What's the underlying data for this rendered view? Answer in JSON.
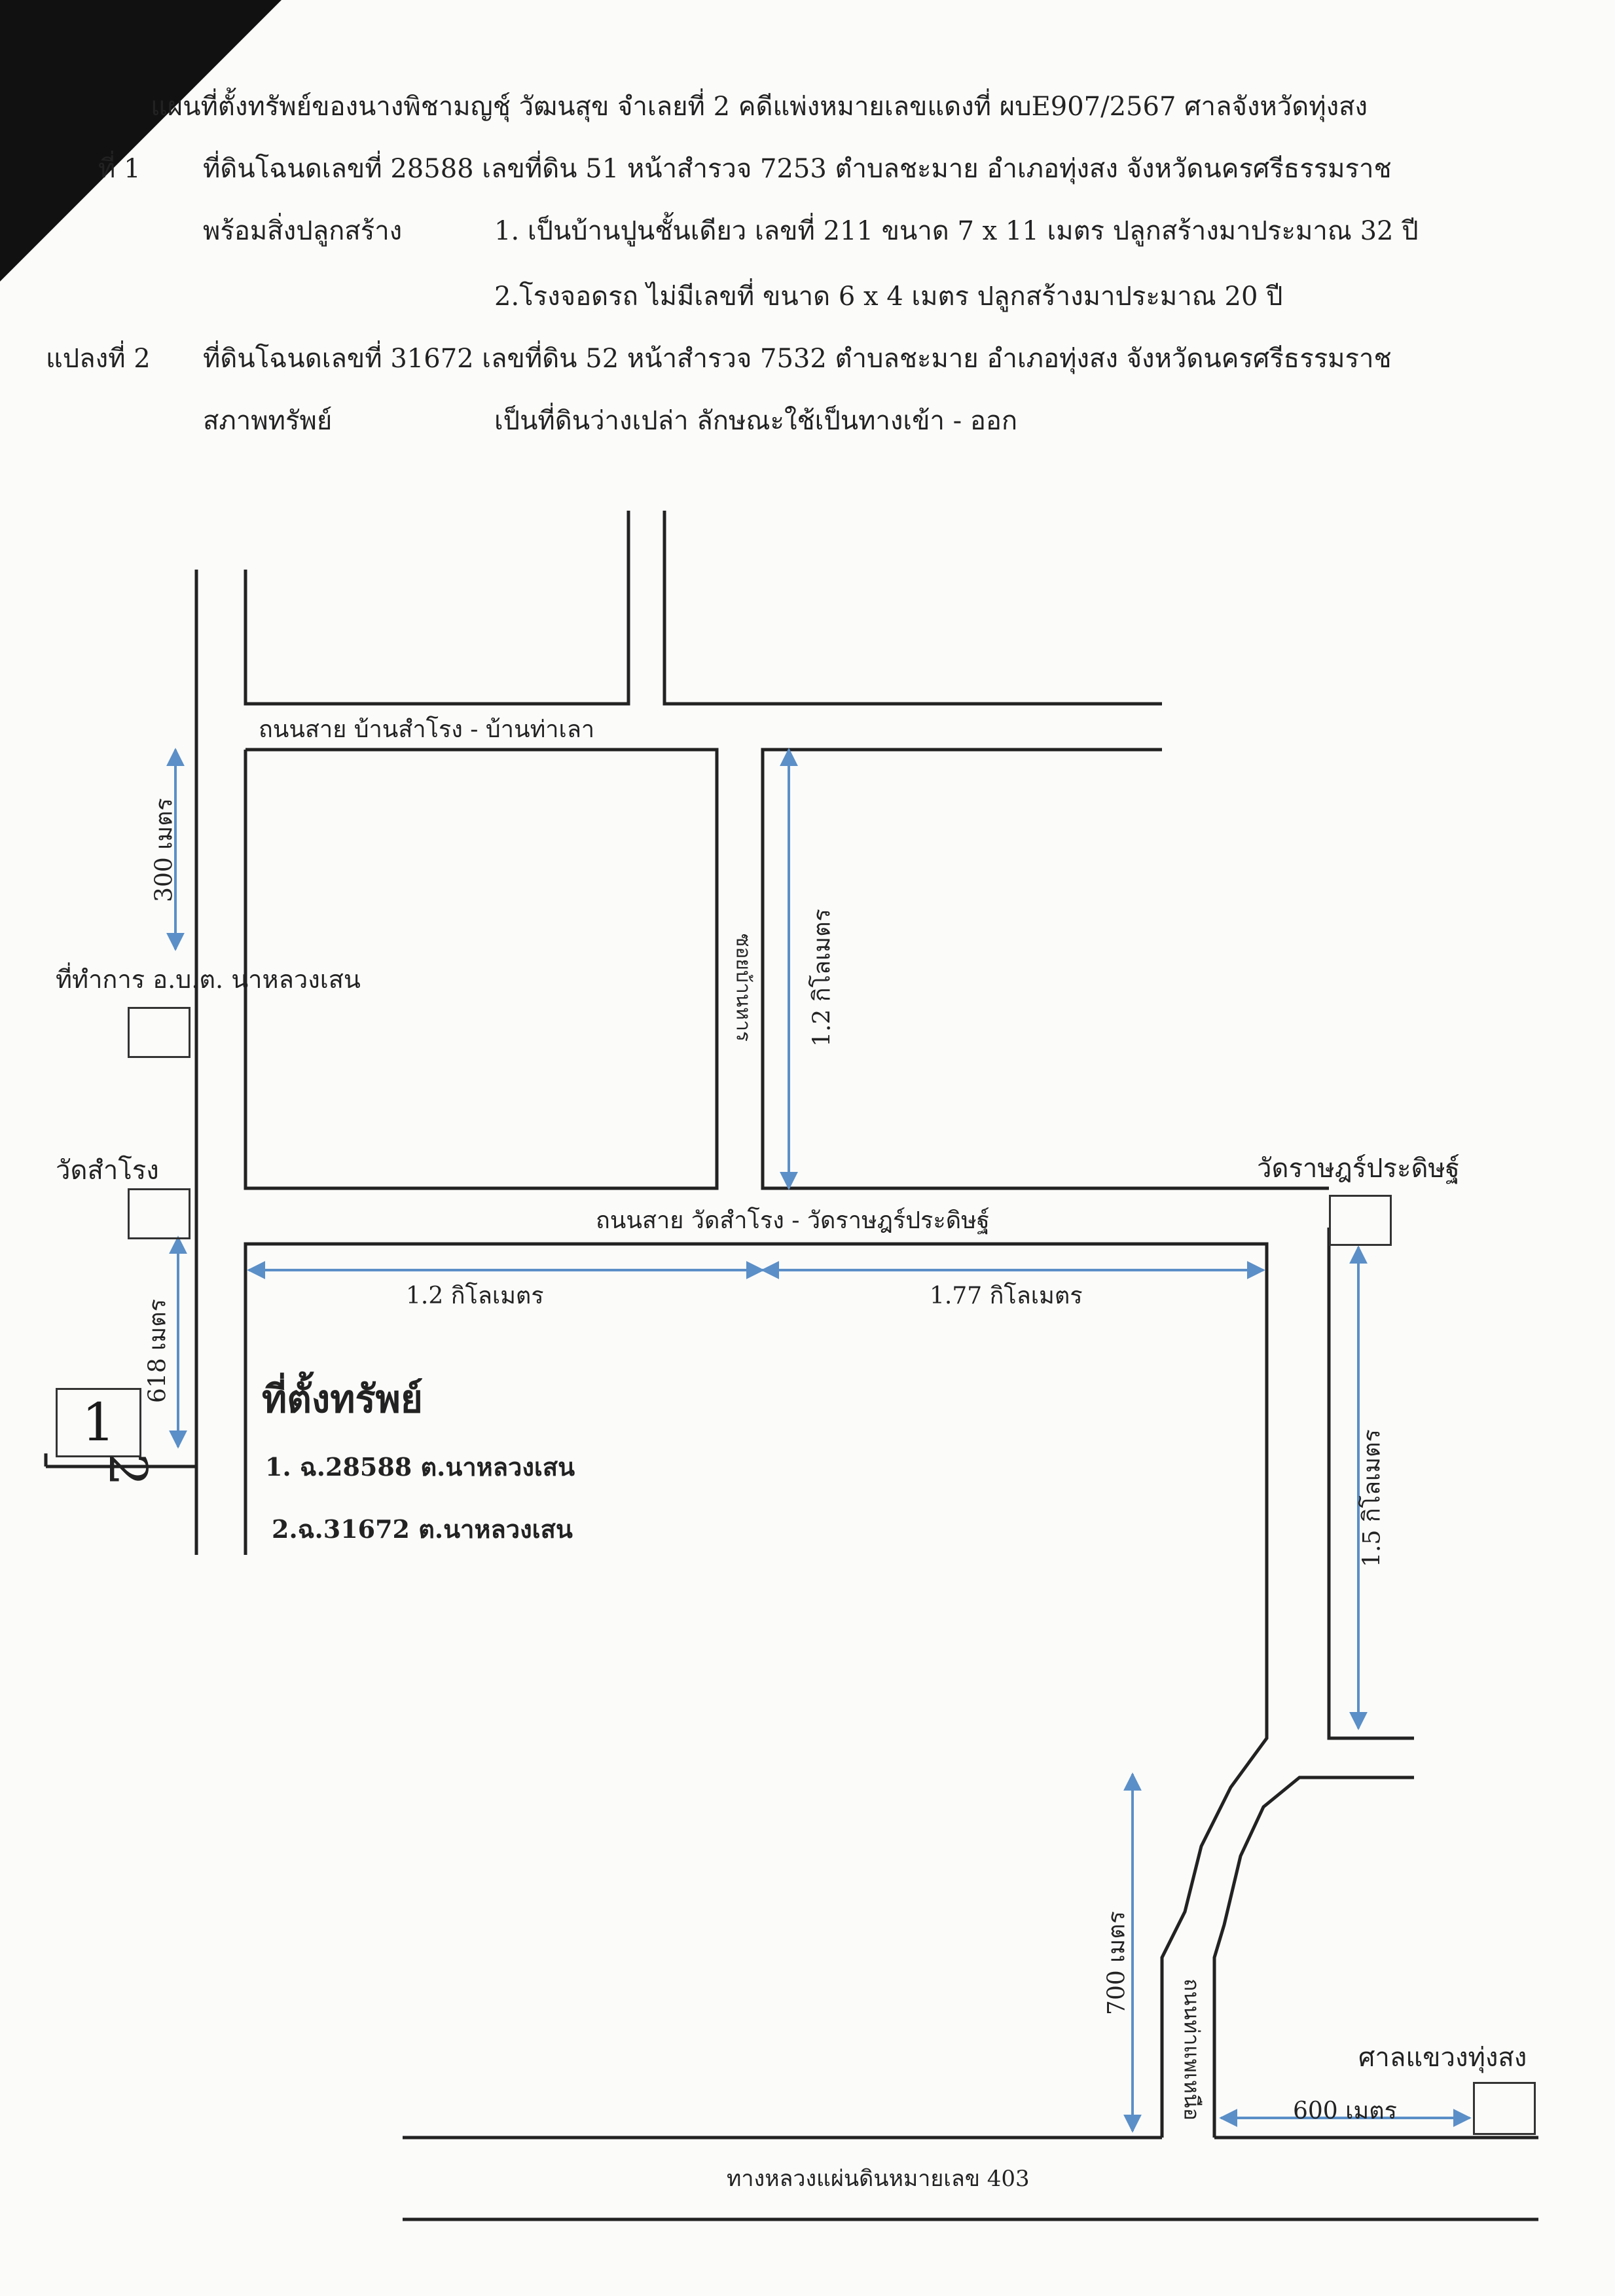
{
  "header": {
    "title": "แผนที่ตั้งทรัพย์ของนางพิชามญชุ์  วัฒนสุข  จำเลยที่ 2  คดีแพ่งหมายเลขแดงที่ ผบE907/2567  ศาลจังหวัดทุ่งสง",
    "plot1_label": "ที่ 1",
    "plot1_text": "ที่ดินโฉนดเลขที่ 28588  เลขที่ดิน 51 หน้าสำรวจ 7253  ตำบลชะมาย  อำเภอทุ่งสง  จังหวัดนครศรีธรรมราช",
    "buildings_label": "พร้อมสิ่งปลูกสร้าง",
    "building1": "1. เป็นบ้านปูนชั้นเดียว  เลขที่ 211 ขนาด 7 x 11 เมตร  ปลูกสร้างมาประมาณ  32 ปี",
    "building2": "2.โรงจอดรถ  ไม่มีเลขที่  ขนาด 6 x 4 เมตร ปลูกสร้างมาประมาณ 20 ปี",
    "plot2_label": "แปลงที่ 2",
    "plot2_text": "ที่ดินโฉนดเลขที่ 31672  เลขที่ดิน 52 หน้าสำรวจ 7532  ตำบลชะมาย  อำเภอทุ่งสง  จังหวัดนครศรีธรรมราช",
    "condition_label": "สภาพทรัพย์",
    "condition_text": "เป็นที่ดินว่างเปล่า ลักษณะใช้เป็นทางเข้า - ออก"
  },
  "map": {
    "road_top": "ถนนสาย บ้านสำโรง - บ้านท่าเลา",
    "dist_300": "300 เมตร",
    "office": "ที่ทำการ อ.บ.ต. นาหลวงเสน",
    "soi": "ซอยบ้านหาร",
    "dist_1_2_vert": "1.2 กิโลเมตร",
    "wat_samrong": "วัดสำโรง",
    "wat_rat": "วัดราษฎร์ประดิษฐ์",
    "road_mid": "ถนนสาย วัดสำโรง - วัดราษฎร์ประดิษฐ์",
    "dist_1_2_horiz": "1.2 กิโลเมตร",
    "dist_1_77": "1.77 กิโลเมตร",
    "dist_618": "618  เมตร",
    "plot_marker_1": "1",
    "plot_marker_2": "2",
    "location_title": "ที่ตั้งทรัพย์",
    "location_1": "1. ฉ.28588  ต.นาหลวงเสน",
    "location_2": "2.ฉ.31672  ต.นาหลวงเสน",
    "dist_1_5": "1.5 กิโลเมตร",
    "dist_700": "700 เมตร",
    "road_north": "ถนนท่าแพเหนือ",
    "court": "ศาลแขวงทุ่งสง",
    "dist_600": "600 เมตร",
    "highway": "ทางหลวงแผ่นดินหมายเลข 403"
  },
  "colors": {
    "road": "#222222",
    "arrow": "#5b8fc7",
    "corner": "#111111"
  }
}
